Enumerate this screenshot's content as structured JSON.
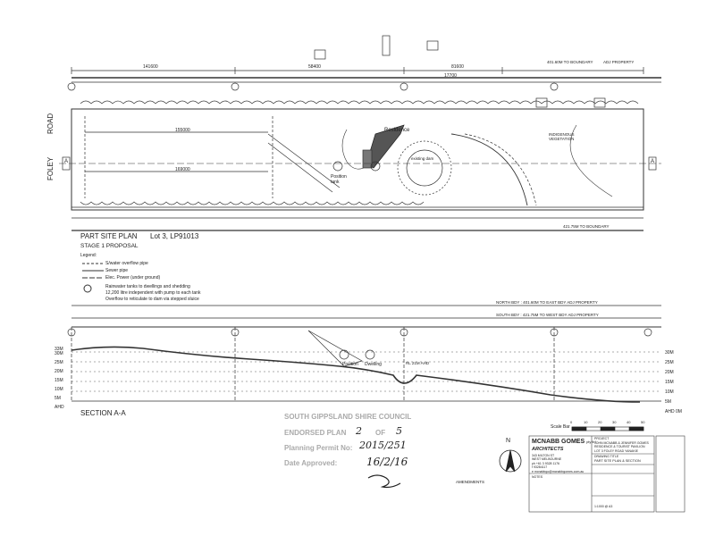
{
  "road_label": "FOLEY",
  "road_label_2": "ROAD",
  "plan": {
    "title": "PART SITE PLAN",
    "lot": "Lot 3, LP91013",
    "stage": "STAGE 1 PROPOSAL",
    "dims": [
      "141600",
      "58400",
      "17700",
      "81600",
      "155000",
      "169000"
    ],
    "labels": {
      "residence": "Residence",
      "position_tank": "Position\ntank",
      "dam": "existing dam",
      "indigenous": "INDIGENOUS\nVEGETATION",
      "boundary_north": "401.60M TO BOUNDARY",
      "boundary_south": "421.75M TO BOUNDARY",
      "adj": "ADJ PROPERTY",
      "section_marker": "A"
    }
  },
  "legend": {
    "title": "Legend:",
    "items": [
      "S/water overflow pipe",
      "Sewer pipe",
      "Elec. Power (under ground)",
      "Rainwater tanks to dwellings and shedding\n12,200 litre independent with pump to each tank\nOverflow to reticulate to dam via stepped sluice"
    ]
  },
  "section": {
    "title": "SECTION A-A",
    "north_bdy": "NORTH BDY : 401.60M TO EAST BDY ADJ PROPERTY",
    "south_bdy": "SOUTH BDY : 421.75M TO WEST BDY ADJ PROPERTY",
    "left_levels": [
      "33M",
      "30M",
      "25M",
      "20M",
      "15M",
      "10M",
      "5M",
      "AHD"
    ],
    "right_levels": [
      "30M",
      "25M",
      "20M",
      "15M",
      "10M",
      "5M",
      "AHD 0M"
    ],
    "labels": {
      "position": "Position",
      "dwelling": "Dwelling",
      "ahd": "RL 21M AHD"
    }
  },
  "stamp": {
    "line1": "SOUTH GIPPSLAND SHIRE COUNCIL",
    "line2": "ENDORSED PLAN",
    "plan_no": "2",
    "of": "OF",
    "plan_total": "5",
    "permit_label": "Planning Permit No:",
    "permit_no": "2015/251",
    "date_label": "Date Approved:",
    "date": "16/2/16"
  },
  "scale_bar": {
    "label": "Scale Bar",
    "ticks": [
      "0",
      "10",
      "20",
      "30",
      "40",
      "50"
    ]
  },
  "north": "N",
  "amendments": "AMENDMENTS",
  "title_block": {
    "firm": "MCNABB GOMES",
    "firm_suffix": "pty ltd",
    "firm_sub": "ARCHITECTS",
    "address": [
      "343 MILTON ST",
      "WEST MELBOURNE",
      "ph +61 3 9328 1176",
      "f 93284117",
      "e mcnabbgo@mcnabbgomes.com.au"
    ],
    "project_label": "PROJECT",
    "project": [
      "JOHN MCNABB & JENNIFER GOMES",
      "RESIDENCE & TOURIST PAVILION",
      "LOT 3 FOLEY ROAD YANAKIE"
    ],
    "drawing_label": "DRAWING TITLE",
    "drawing": "PART SITE PLAN & SECTION",
    "notes_label": "NOTES",
    "scale": "1:1000 @ A3"
  }
}
